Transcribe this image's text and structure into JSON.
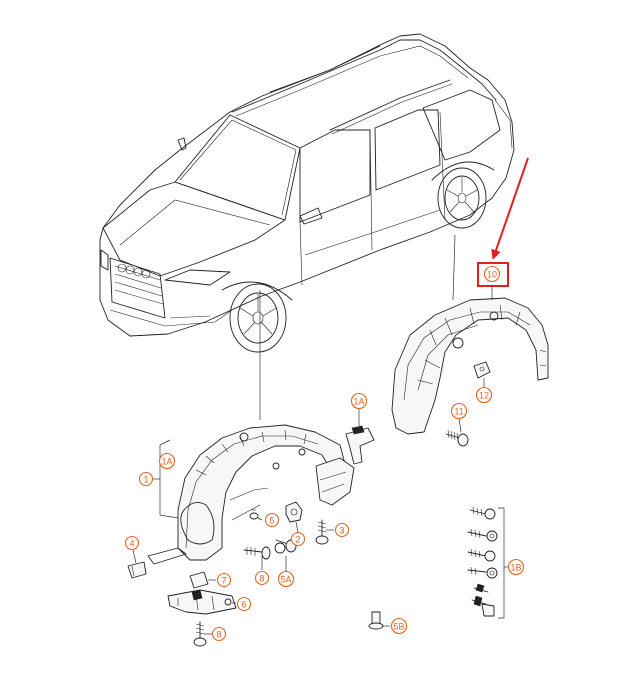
{
  "diagram": {
    "callouts": [
      {
        "id": "c-10",
        "label": "10"
      },
      {
        "id": "c-12",
        "label": "12"
      },
      {
        "id": "c-11",
        "label": "11"
      },
      {
        "id": "c-1A-top",
        "label": "1A"
      },
      {
        "id": "c-1A-left",
        "label": "1A"
      },
      {
        "id": "c-1",
        "label": "1"
      },
      {
        "id": "c-3",
        "label": "3"
      },
      {
        "id": "c-2",
        "label": "2"
      },
      {
        "id": "c-5",
        "label": "5"
      },
      {
        "id": "c-4",
        "label": "4"
      },
      {
        "id": "c-7",
        "label": "7"
      },
      {
        "id": "c-8a",
        "label": "8"
      },
      {
        "id": "c-5A",
        "label": "5A"
      },
      {
        "id": "c-6",
        "label": "6"
      },
      {
        "id": "c-8b",
        "label": "8"
      },
      {
        "id": "c-1B",
        "label": "1B"
      },
      {
        "id": "c-5B",
        "label": "5B"
      }
    ],
    "highlight_color": "#e02020",
    "callout_color": "#e8641e"
  }
}
